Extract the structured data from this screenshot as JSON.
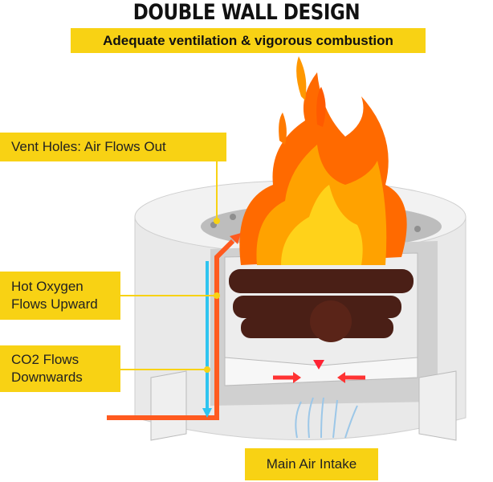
{
  "title": "DOUBLE WALL DESIGN",
  "subtitle": "Adequate ventilation & vigorous combustion",
  "labels": {
    "vent_holes": "Vent Holes: Air Flows Out",
    "hot_oxygen_line1": "Hot Oxygen",
    "hot_oxygen_line2": "Flows Upward",
    "co2_line1": "CO2 Flows",
    "co2_line2": "Downwards",
    "main_air": "Main Air Intake"
  },
  "colors": {
    "accent": "#f8d214",
    "hot": "#ff5a1f",
    "cold": "#2ec4f0",
    "wall": "#e6e6e6"
  }
}
